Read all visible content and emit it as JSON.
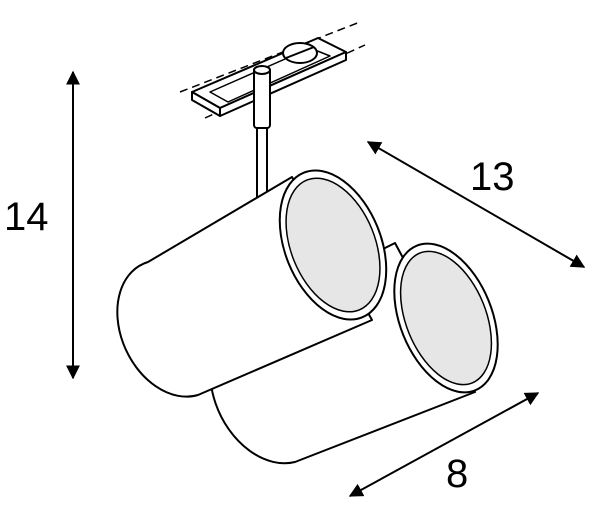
{
  "diagram": {
    "dimensions": {
      "height": "14",
      "length": "13",
      "diameter": "8"
    },
    "colors": {
      "stroke": "#000000",
      "background": "#ffffff",
      "inner_shade": "#e6e6e6"
    }
  }
}
